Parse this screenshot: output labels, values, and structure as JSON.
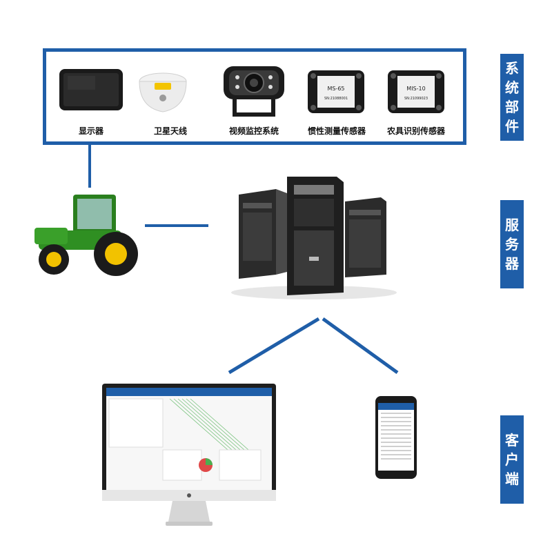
{
  "components": {
    "display_label": "显示器",
    "antenna_label": "卫星天线",
    "camera_label": "视频监控系统",
    "imu_label": "惯性测量传感器",
    "imu_text": "MS-65",
    "imu_sn": "SN:21088001",
    "implement_label": "农具识别传感器",
    "implement_text": "MIS-10",
    "implement_sn": "SN:21099023"
  },
  "side_labels": {
    "system_parts": [
      "系",
      "统",
      "部",
      "件"
    ],
    "server": [
      "服",
      "务",
      "器"
    ],
    "client": [
      "客",
      "户",
      "端"
    ]
  },
  "colors": {
    "accent": "#1f5ea8"
  }
}
